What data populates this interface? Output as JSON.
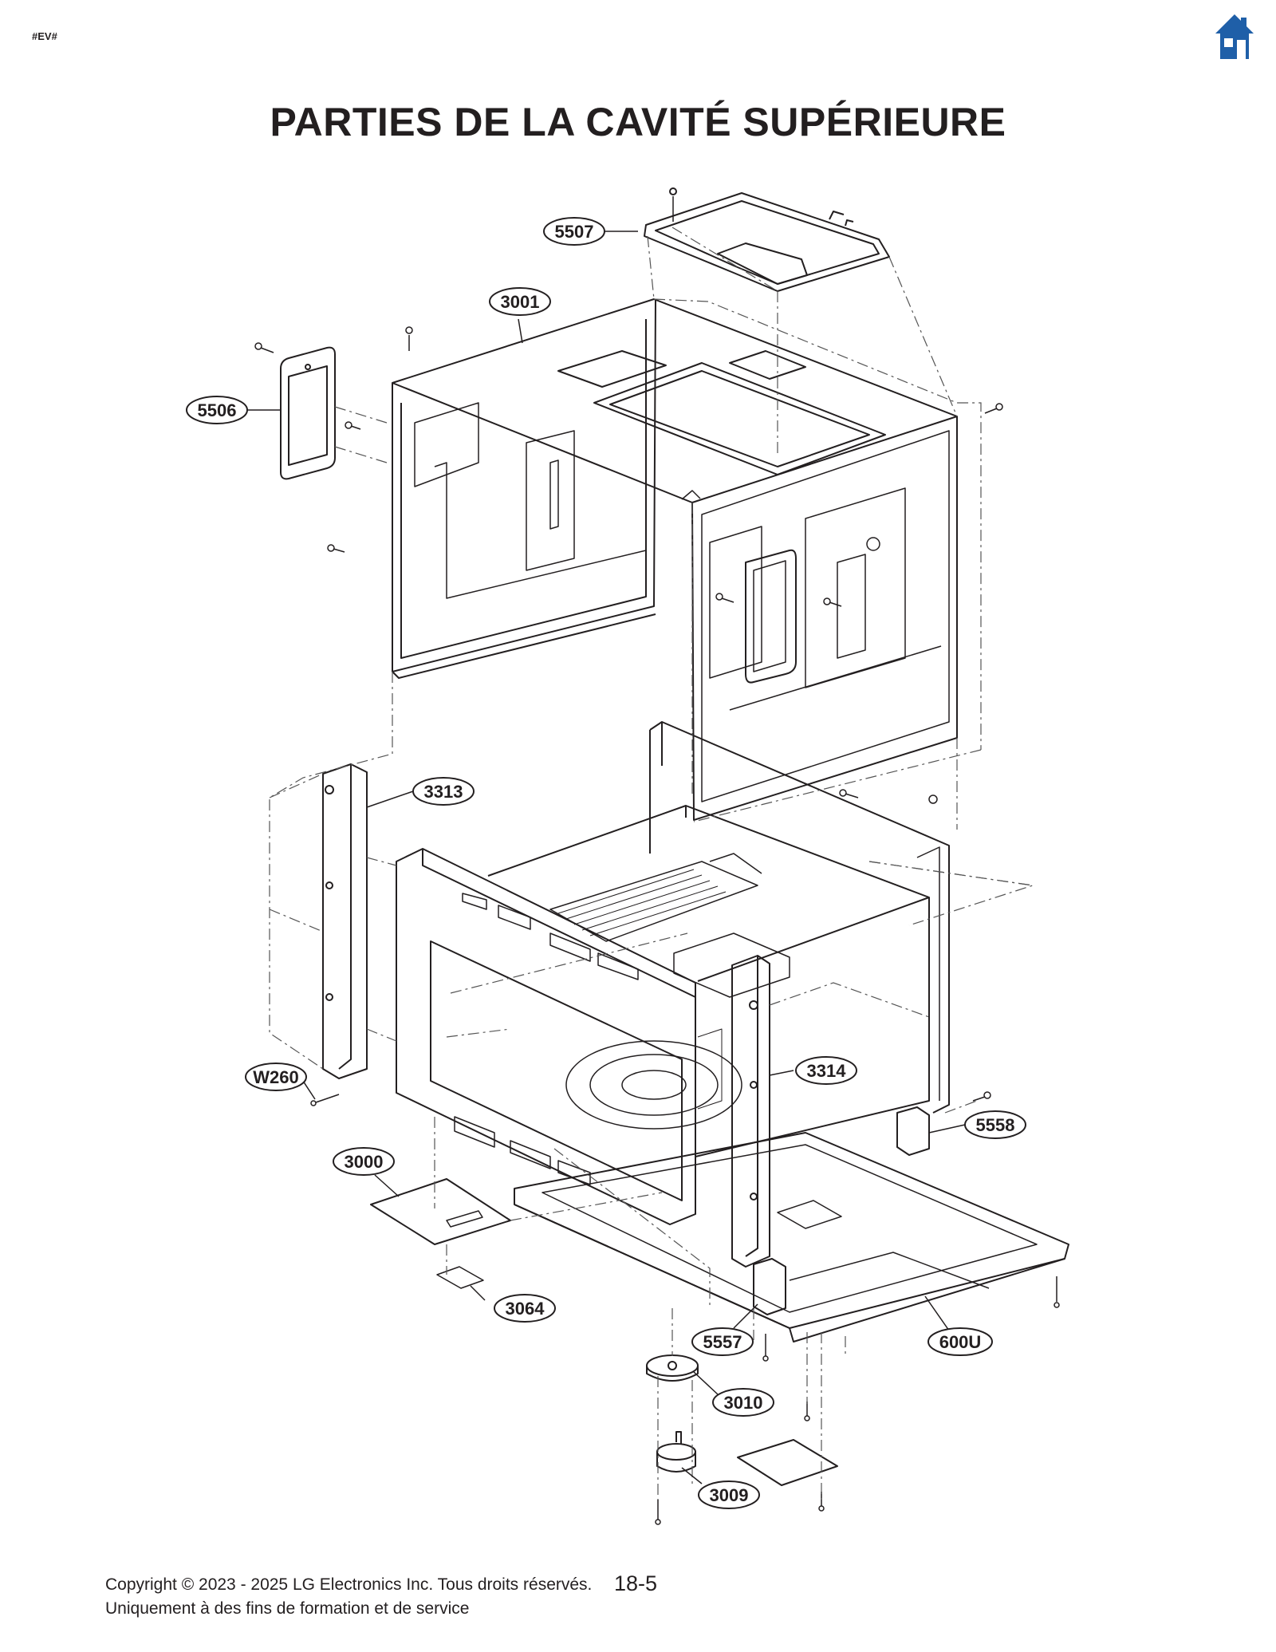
{
  "header": {
    "tag": "#EV#",
    "home_icon": "home-icon"
  },
  "title": "PARTIES DE LA CAVITÉ SUPÉRIEURE",
  "parts": {
    "p5507": "5507",
    "p3001": "3001",
    "p5506": "5506",
    "p3313": "3313",
    "pW260": "W260",
    "p3314": "3314",
    "p5558": "5558",
    "p3000": "3000",
    "p3064": "3064",
    "p5557": "5557",
    "p600U": "600U",
    "p3010": "3010",
    "p3009": "3009"
  },
  "footer": {
    "copyright_line1": "Copyright © 2023 - 2025 LG Electronics Inc. Tous droits réservés.",
    "copyright_line2": "Uniquement à des fins de formation et de service",
    "page": "18-5"
  },
  "colors": {
    "accent": "#1f5fa8",
    "ink": "#231f20"
  }
}
